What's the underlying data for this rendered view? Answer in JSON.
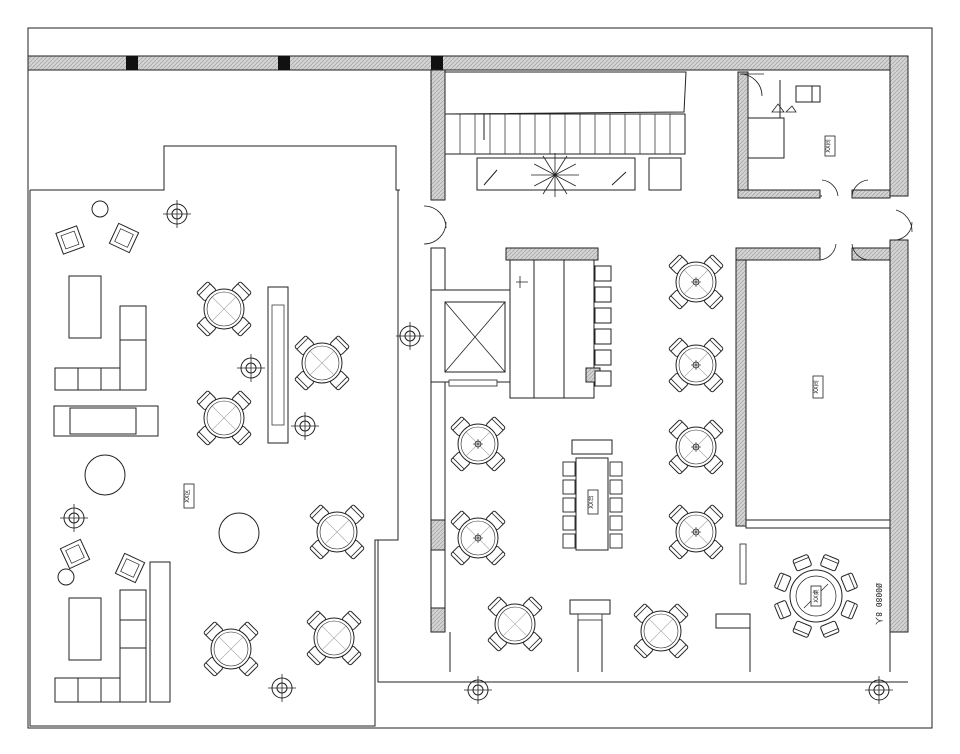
{
  "plan": {
    "colors": {
      "line": "#222222",
      "wall_fill": "#cfcfcf",
      "paper": "#ffffff"
    },
    "labels": {
      "zone_left": "XX区",
      "wc_tag": "XX间",
      "room_right": "XX间",
      "center_table": "XX台",
      "round_table": "XX桌",
      "table_spec": "Ø0080 8人"
    },
    "icons": [
      "column-marker-icon",
      "round-table-icon",
      "round-table-4-seats-icon",
      "stair-icon",
      "elevator-icon",
      "toilet-icon"
    ]
  }
}
